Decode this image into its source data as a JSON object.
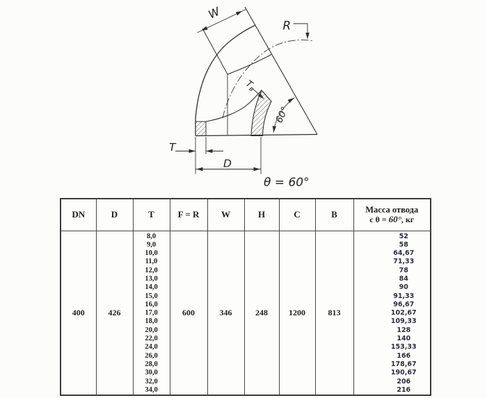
{
  "drawing": {
    "labels": {
      "w": "W",
      "r": "R",
      "tv_main": "T",
      "tv_sub": "в",
      "angle_dim": "60°",
      "t": "T",
      "d": "D",
      "theta": "θ = 60°"
    }
  },
  "table": {
    "headers": [
      "DN",
      "D",
      "T",
      "F = R",
      "W",
      "H",
      "C",
      "B"
    ],
    "mass_header_line1": "Масса отвода",
    "mass_header_prefix": "с θ = ",
    "mass_header_value": "60°",
    "mass_header_suffix": ", кг",
    "fixed": {
      "dn": "400",
      "d": "426",
      "f_r": "600",
      "w": "346",
      "h": "248",
      "c": "1200",
      "b": "813"
    },
    "t_values": [
      "8,0",
      "9,0",
      "10,0",
      "11,0",
      "12,0",
      "13,0",
      "14,0",
      "15,0",
      "16,0",
      "17,0",
      "18,0",
      "20,0",
      "22,0",
      "24,0",
      "26,0",
      "28,0",
      "30,0",
      "32,0",
      "34,0"
    ],
    "mass_values": [
      "52",
      "58",
      "64,67",
      "71,33",
      "78",
      "84",
      "90",
      "91,33",
      "96,67",
      "102,67",
      "109,33",
      "128",
      "140",
      "153,33",
      "166",
      "178,67",
      "190,67",
      "206",
      "216"
    ]
  }
}
